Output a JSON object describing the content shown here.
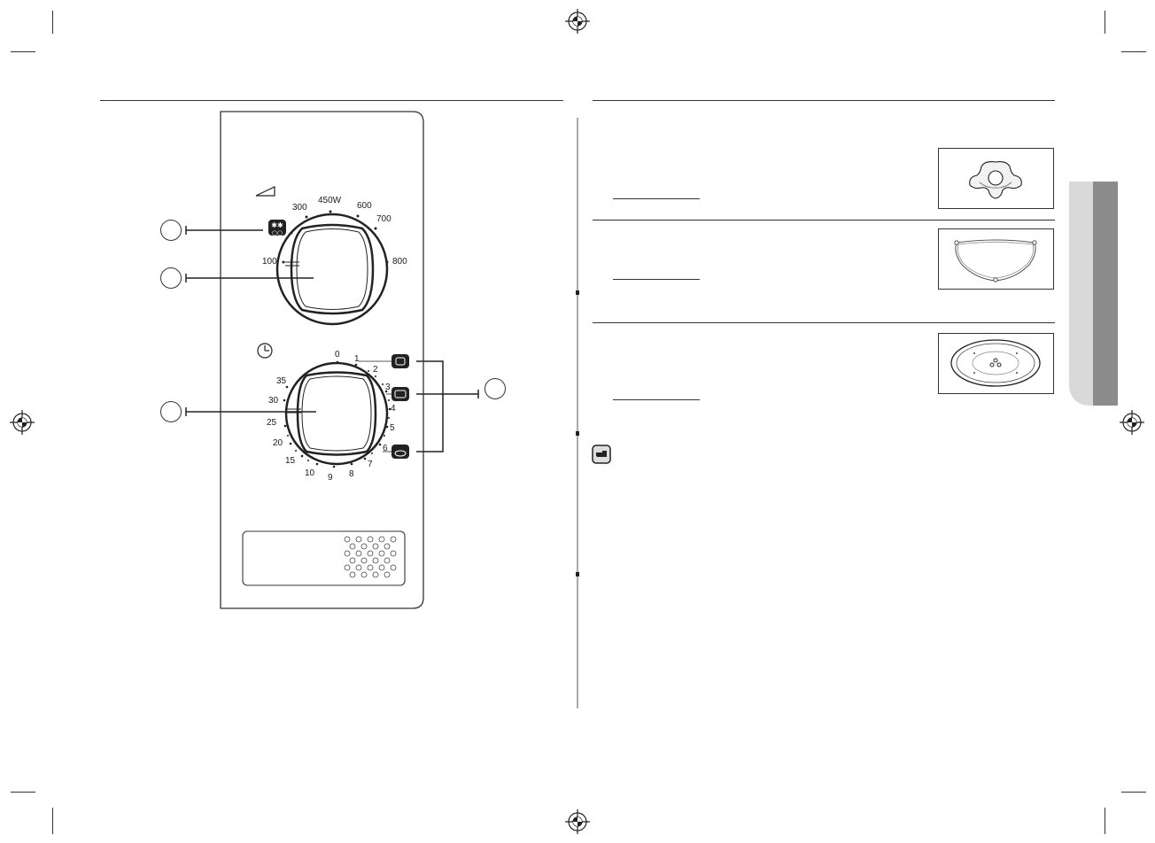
{
  "panel": {
    "power_dial": {
      "labels": [
        "100",
        "300",
        "450W",
        "600",
        "700",
        "800"
      ],
      "defrost_icon": "defrost-icon",
      "power_icon": "power-level-icon"
    },
    "timer_dial": {
      "labels": [
        "0",
        "1",
        "2",
        "3",
        "4",
        "5",
        "6",
        "7",
        "8",
        "9",
        "10",
        "15",
        "20",
        "25",
        "30",
        "35"
      ],
      "timer_icon": "clock-icon",
      "program_icons": [
        "cup-icon",
        "dish-icon",
        "plate-icon"
      ]
    }
  },
  "accessories": [
    {
      "icon": "coupler-icon"
    },
    {
      "icon": "roller-ring-icon"
    },
    {
      "icon": "turntable-icon"
    }
  ],
  "note_icon": "pointing-hand-icon"
}
